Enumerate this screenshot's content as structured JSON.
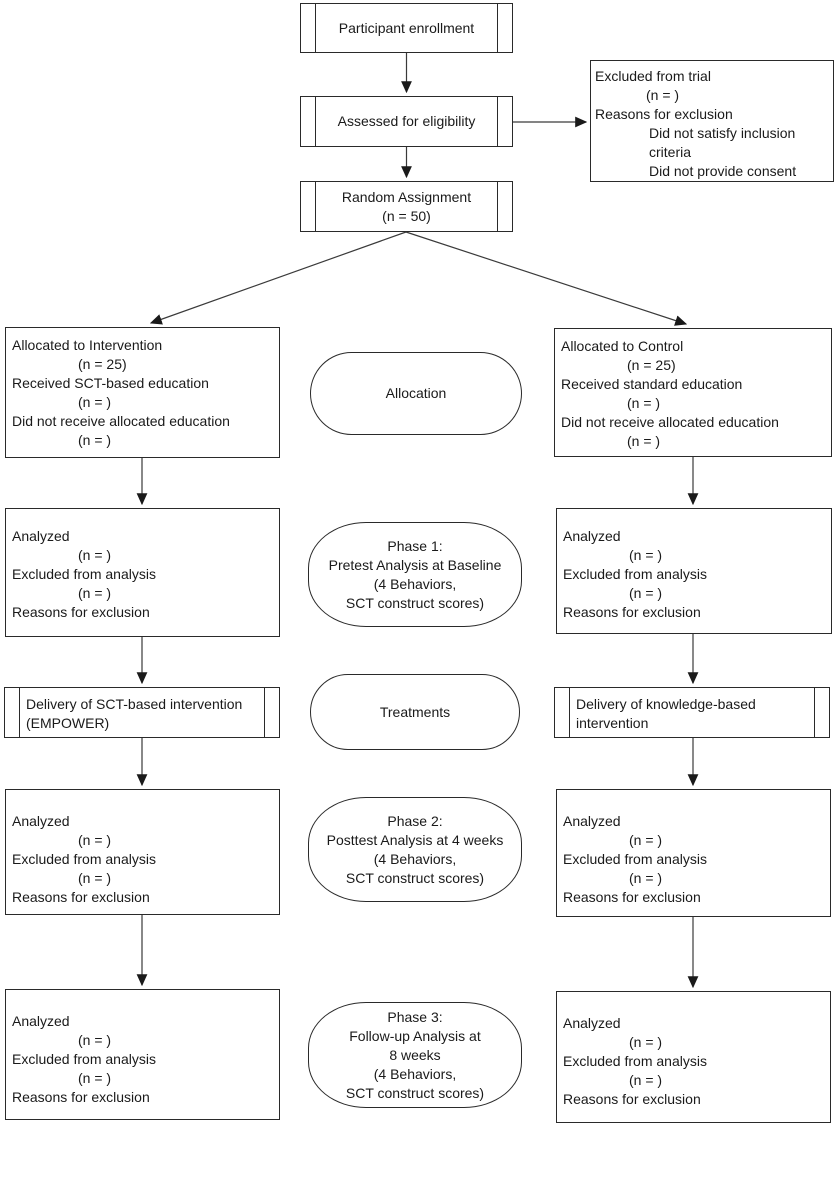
{
  "flow": {
    "colors": {
      "background": "#ffffff",
      "line": "#1a1a1a",
      "text": "#1a1a1a"
    },
    "enrollment": {
      "label": "Participant enrollment"
    },
    "eligibility": {
      "label": "Assessed for eligibility"
    },
    "random": {
      "line1": "Random Assignment",
      "line2": "(n = 50)"
    },
    "excluded": {
      "title": "Excluded from trial",
      "n": "(n = )",
      "reasons_title": "Reasons for exclusion",
      "reason1": "Did not satisfy inclusion criteria",
      "reason2": "Did not provide consent"
    },
    "alloc_intervention": {
      "line1": "Allocated to Intervention",
      "n1": "(n = 25)",
      "line2": "Received SCT-based education",
      "n2": "(n = )",
      "line3": "Did not receive allocated education",
      "n3": "(n = )"
    },
    "alloc_control": {
      "line1": "Allocated to Control",
      "n1": "(n = 25)",
      "line2": "Received standard education",
      "n2": "(n = )",
      "line3": "Did not receive allocated education",
      "n3": "(n = )"
    },
    "analyzed": {
      "line1": "Analyzed",
      "n1": "(n = )",
      "line2": "Excluded from analysis",
      "n2": "(n = )",
      "line3": "Reasons for exclusion"
    },
    "treatment_intervention": {
      "label": "Delivery of SCT-based intervention (EMPOWER)"
    },
    "treatment_control": {
      "label": "Delivery of knowledge-based intervention"
    },
    "stages": {
      "allocation": {
        "label": "Allocation"
      },
      "phase1": {
        "line1": "Phase 1:",
        "line2": "Pretest Analysis at Baseline",
        "line3": "(4 Behaviors,",
        "line4": "SCT construct scores)"
      },
      "treatments": {
        "label": "Treatments"
      },
      "phase2": {
        "line1": "Phase 2:",
        "line2": "Posttest Analysis at 4 weeks",
        "line3": "(4 Behaviors,",
        "line4": "SCT construct scores)"
      },
      "phase3": {
        "line1": "Phase 3:",
        "line2": "Follow-up Analysis at",
        "line3": "8 weeks",
        "line4": "(4 Behaviors,",
        "line5": "SCT construct scores)"
      }
    }
  }
}
